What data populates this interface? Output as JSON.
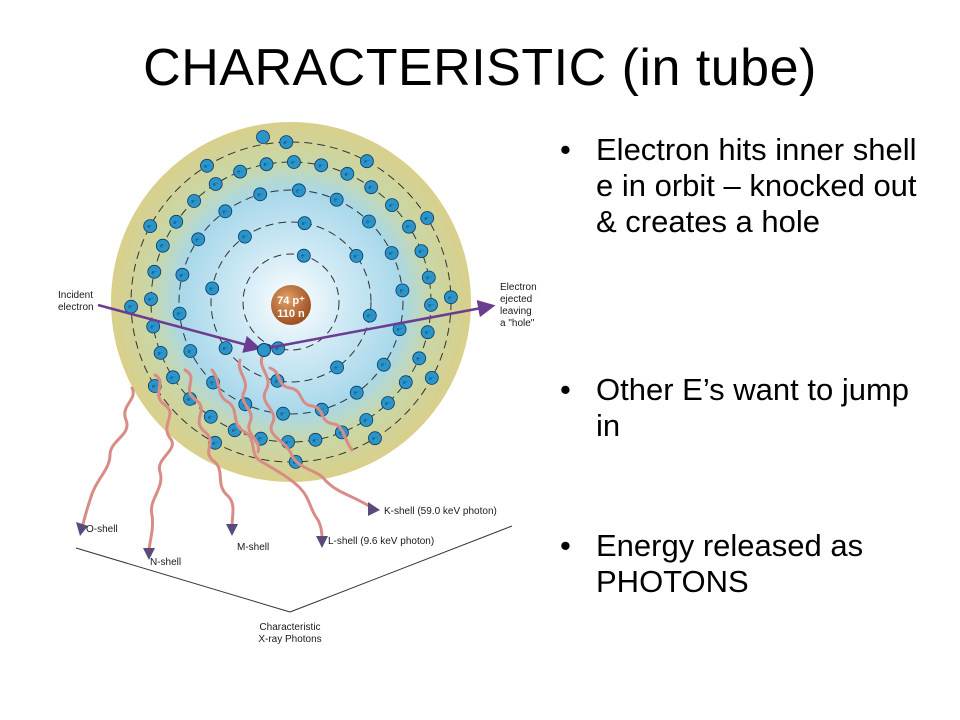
{
  "title": "CHARACTERISTIC (in tube)",
  "bullets": [
    "Electron hits inner shell e in orbit – knocked out & creates a hole",
    "Other E’s want to jump in",
    "Energy released as PHOTONS"
  ],
  "diagram": {
    "nucleus": {
      "protons": "74 p⁺",
      "neutrons": "110 n"
    },
    "electron_symbol": "e⁻",
    "labels": {
      "incident": [
        "Incident",
        "electron"
      ],
      "ejected": [
        "Electron",
        "ejected",
        "leaving",
        "a \"hole\""
      ],
      "k_shell": "K-shell (59.0 keV photon)",
      "l_shell": "L-shell (9.6 keV photon)",
      "m_shell": "M-shell",
      "n_shell": "N-shell",
      "o_shell": "O-shell",
      "characteristic": [
        "Characteristic",
        "X-ray Photons"
      ]
    },
    "colors": {
      "outer": "#d9cf8a",
      "inner": "#cfe9f5",
      "electron": "#2b94c9",
      "photon": "#d98c86",
      "arrow": "#6a3d91",
      "nucleus": "#b5652b"
    }
  }
}
